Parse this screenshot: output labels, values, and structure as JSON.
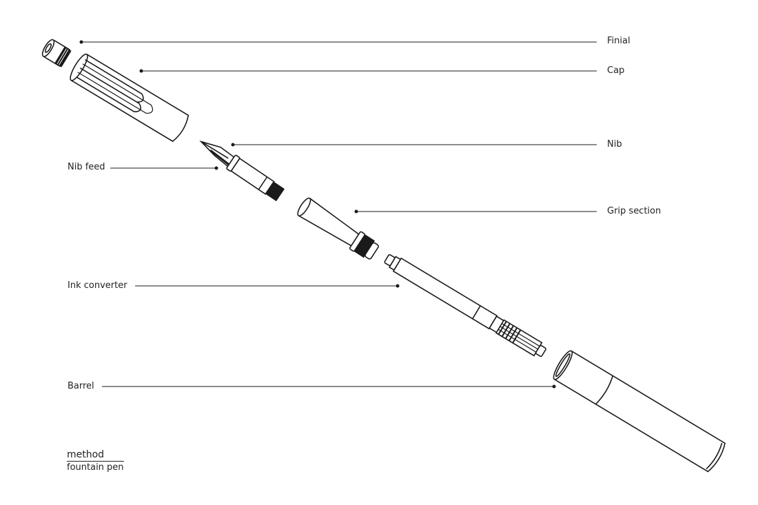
{
  "labels": {
    "finial": "Finial",
    "cap": "Cap",
    "nib": "Nib",
    "nib_feed": "Nib feed",
    "grip_section": "Grip section",
    "ink_converter": "Ink converter",
    "barrel": "Barrel"
  },
  "brand": {
    "name": "method",
    "subtitle": "fountain pen"
  },
  "colors": {
    "line": "#1a1a1a",
    "background": "#ffffff"
  }
}
